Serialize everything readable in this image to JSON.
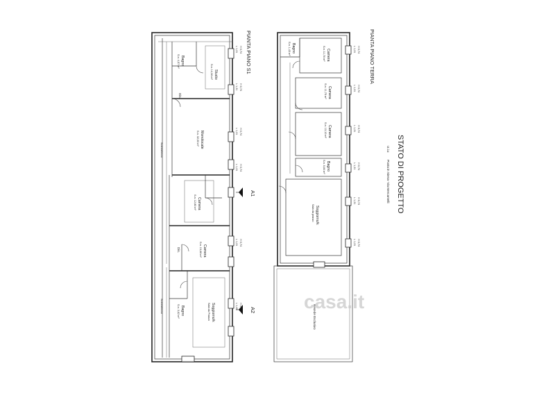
{
  "drawing": {
    "title": "STATO DI PROGETTO",
    "subtitle_uiu": "U.i.u",
    "subtitle_address": "Posta in Siena- Via Mercantelli",
    "plan_ground": "PIANTA PIANO TERRA",
    "plan_s1": "PIANTA PIANO S1",
    "watermark": "casa.it",
    "section_a1": "A1",
    "section_a2": "A2",
    "stair_label": "Scannafosso"
  },
  "rooms_ground": [
    {
      "name": "Bagno",
      "detail": "S.n. 1,43 m²"
    },
    {
      "name": "Camera",
      "detail": "S.n. 11,76 m²"
    },
    {
      "name": "Camera",
      "detail": "S.n. 11,75 m²"
    },
    {
      "name": "Camera",
      "detail": "S.n. 13,10 m²"
    },
    {
      "name": "Bagno",
      "detail": "S.n. 5,84 m²"
    },
    {
      "name": "Soggiorno/k",
      "detail": "Sala da pranzo"
    },
    {
      "name": "Resede Esclusivo",
      "detail": ""
    }
  ],
  "rooms_s1": [
    {
      "name": "Bagno",
      "detail": "S.n. 4,57 m²"
    },
    {
      "name": "Studio",
      "detail": "S.n. 14,36 m²"
    },
    {
      "name": "Monolocale",
      "detail": "S.n. 32,00 m²"
    },
    {
      "name": "Camera",
      "detail": "S.n. 12,80 m²"
    },
    {
      "name": "Camera",
      "detail": "S.n. 15,68 m²"
    },
    {
      "name": "Bagno",
      "detail": "S.n. 3,62 m²"
    },
    {
      "name": "Soggiorno/k",
      "detail": "Sala da Pranzo"
    }
  ],
  "labels": {
    "disimpegno": "Dis.",
    "heights_a": "L 1,21",
    "heights_b": "H 0,74",
    "heights_c": "L 1,45",
    "heights_d": "H 0,69"
  }
}
